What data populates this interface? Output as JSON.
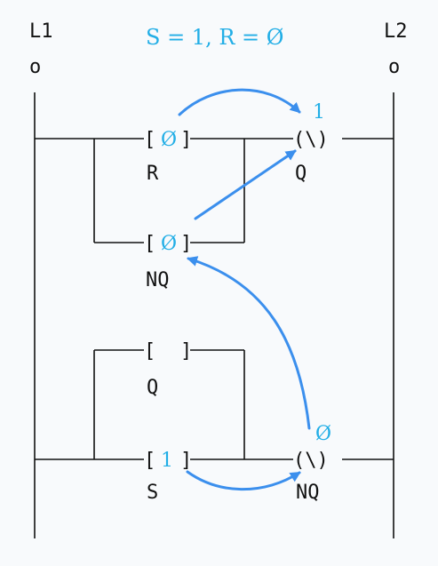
{
  "diagram": {
    "title": "S = 1, R = Ø",
    "rails": {
      "left_label": "L1",
      "right_label": "L2",
      "left_terminal": "o",
      "right_terminal": "o"
    },
    "contacts": {
      "r": {
        "label": "R",
        "value": "Ø"
      },
      "nq_contact": {
        "label": "NQ",
        "value": "Ø"
      },
      "q_contact": {
        "label": "Q",
        "value": ""
      },
      "s": {
        "label": "S",
        "value": "1"
      }
    },
    "coils": {
      "q": {
        "label": "Q",
        "value": "1"
      },
      "nq": {
        "label": "NQ",
        "value": "Ø"
      }
    },
    "colors": {
      "text": "#111111",
      "accent": "#22aee6",
      "arrow": "#3b8fed",
      "background": "#f8fafc"
    }
  }
}
